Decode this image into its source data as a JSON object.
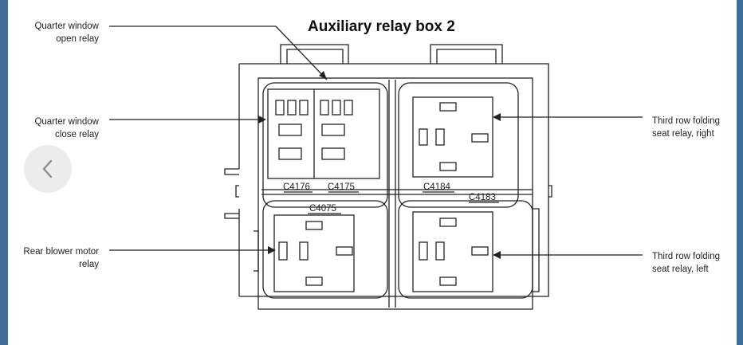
{
  "title": "Auxiliary relay box 2",
  "callouts": {
    "quarter_window_open": [
      "Quarter window",
      "open relay"
    ],
    "quarter_window_close": [
      "Quarter window",
      "close relay"
    ],
    "rear_blower_motor": [
      "Rear blower motor",
      "relay"
    ],
    "third_row_right": [
      "Third row folding",
      "seat relay, right"
    ],
    "third_row_left": [
      "Third row folding",
      "seat relay, left"
    ]
  },
  "connectors": {
    "c4176": "C4176",
    "c4175": "C4175",
    "c4184": "C4184",
    "c4183": "C4183",
    "c4075": "C4075"
  },
  "colors": {
    "side_bar": "#3f6e98",
    "line": "#222222",
    "nav_button_bg": "#ececec"
  },
  "icons": {
    "prev": "chevron-left-icon"
  }
}
